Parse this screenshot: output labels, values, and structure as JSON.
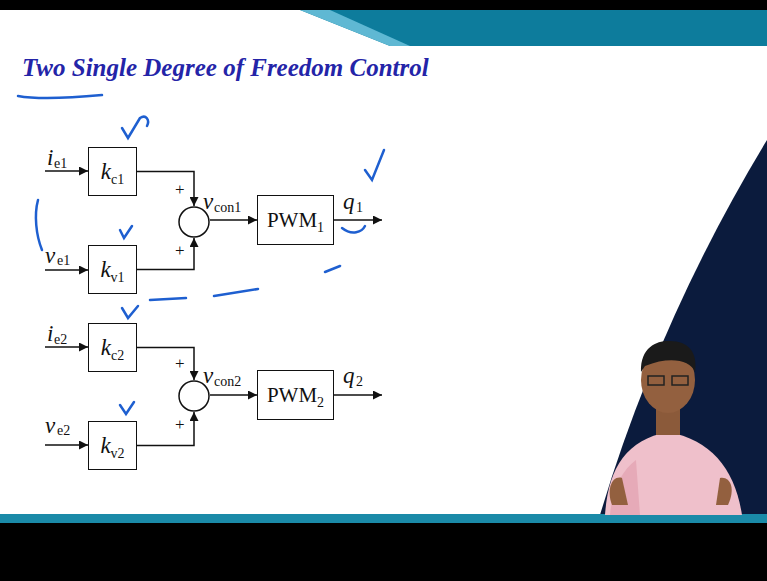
{
  "diagram": {
    "title": "Two Single Degree of Freedom Control",
    "nodes": [
      {
        "text": [
          "k",
          "c1"
        ]
      },
      {
        "text": [
          "k",
          "v1"
        ]
      },
      {
        "text": [
          "+",
          "+"
        ]
      },
      {
        "text": [
          "PWM",
          "1"
        ]
      },
      {
        "text": [
          "k",
          "c2"
        ]
      },
      {
        "text": [
          "k",
          "v2"
        ]
      },
      {
        "text": [
          "+",
          "+"
        ]
      },
      {
        "text": [
          "PWM",
          "2"
        ]
      }
    ],
    "edges": [
      {
        "from": 0,
        "to": 2,
        "arrow": "to"
      },
      {
        "from": 1,
        "to": 2,
        "arrow": "to"
      },
      {
        "from": 2,
        "to": 3,
        "arrow": "to"
      },
      {
        "from": 4,
        "to": 6,
        "arrow": "to"
      },
      {
        "from": 5,
        "to": 6,
        "arrow": "to"
      },
      {
        "from": 6,
        "to": 7,
        "arrow": "to"
      }
    ],
    "labels": [
      "i",
      "e1",
      "v",
      "e1",
      "v",
      "con1",
      "q",
      "1",
      "i",
      "e2",
      "v",
      "e2",
      "v",
      "con2",
      "q",
      "2"
    ]
  }
}
